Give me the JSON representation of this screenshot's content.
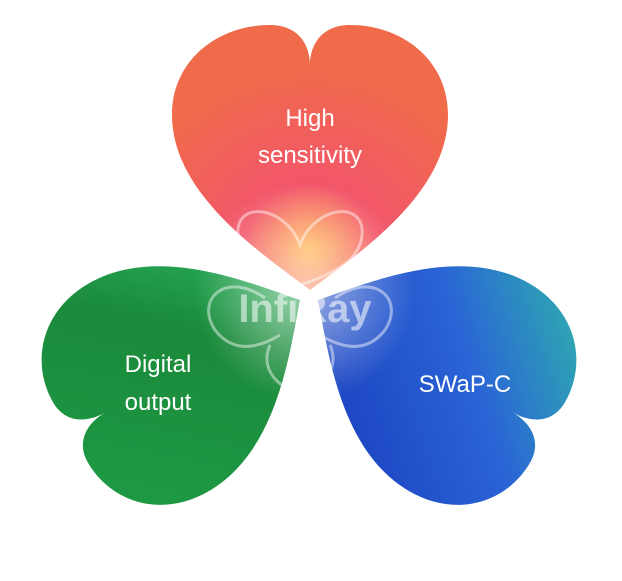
{
  "logo": {
    "text": "InfiRay"
  },
  "petals": [
    {
      "id": "top",
      "lines": [
        "High",
        "sensitivity"
      ]
    },
    {
      "id": "left",
      "lines": [
        "Digital",
        "output"
      ]
    },
    {
      "id": "right",
      "lines": [
        "SWaP-C"
      ]
    }
  ],
  "colors": {
    "top": [
      "#f07a4f",
      "#ef4e64",
      "#f3883a"
    ],
    "left": [
      "#22a84a",
      "#1b8a3c",
      "#35c46e"
    ],
    "right": [
      "#2b56d6",
      "#1f3fbf",
      "#27b0b5"
    ]
  }
}
